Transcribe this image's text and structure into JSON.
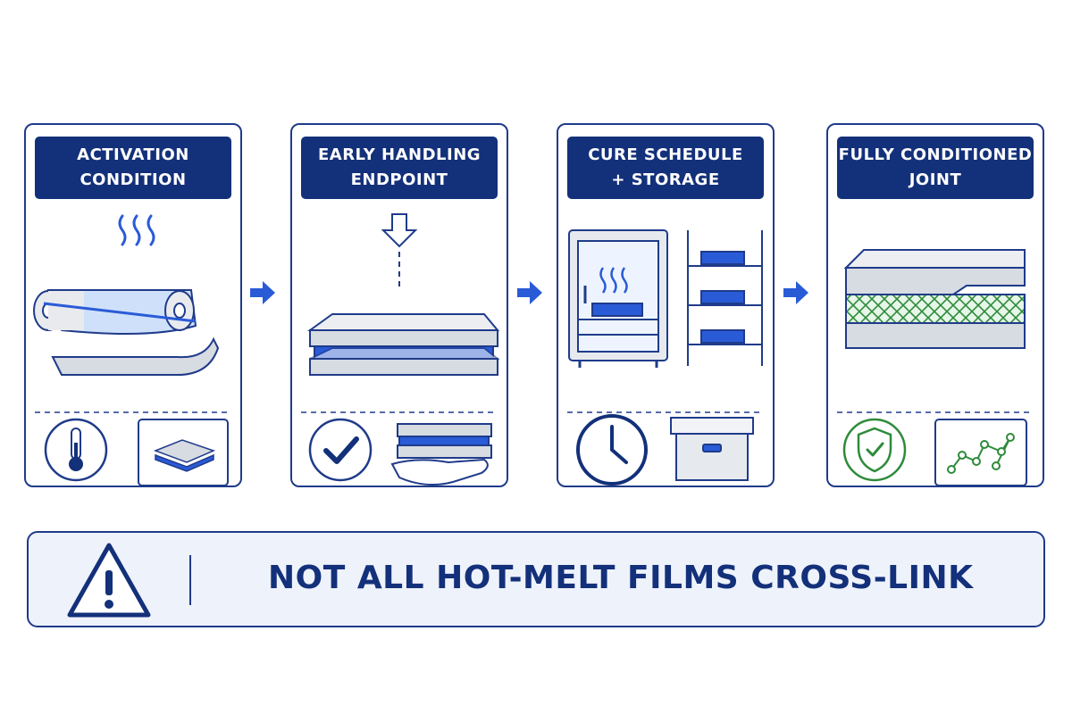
{
  "steps": [
    {
      "title": "ACTIVATION\nCONDITION"
    },
    {
      "title": "EARLY HANDLING\nENDPOINT"
    },
    {
      "title": "CURE SCHEDULE\n+ STORAGE"
    },
    {
      "title": "FULLY CONDITIONED\nJOINT"
    }
  ],
  "banner": {
    "text": "NOT ALL HOT-MELT FILMS CROSS-LINK"
  },
  "colors": {
    "navy": "#13307a",
    "accent_blue": "#2a5bd7",
    "light_blue": "#cfe0fb",
    "green": "#2e8b3a",
    "gray": "#d7dbe2"
  }
}
